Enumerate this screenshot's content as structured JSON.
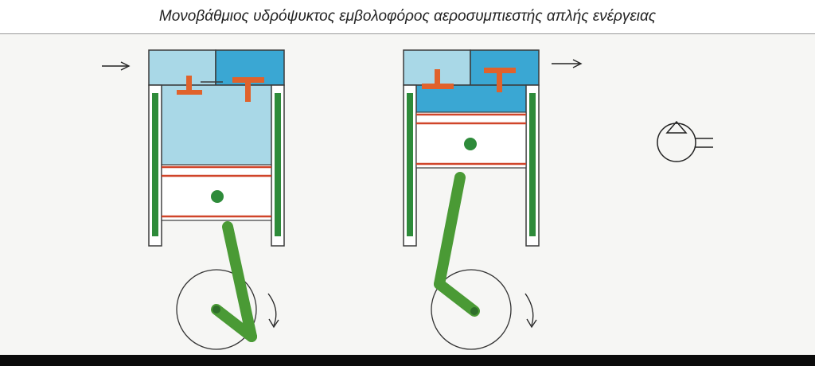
{
  "caption": {
    "title": "Μονοβάθμιος υδρόψυκτος εμβολοφόρος αεροσυμπιεστής απλής ενέργειας"
  },
  "colors": {
    "air_light": "#a9d8e7",
    "air_compressed": "#3aa7d3",
    "valve": "#e0622b",
    "water_jacket": "#2e8b3a",
    "rod": "#4a9a35",
    "cylinder_wall": "#3b3b3b",
    "background": "#f6f6f4"
  },
  "icons": {
    "flow_in": "arrow-right-icon",
    "flow_out": "arrow-right-icon",
    "rotation": "rotation-arrow-icon",
    "symbol": "compressor-symbol-icon"
  },
  "diagram": {
    "panels": [
      "suction-stroke",
      "compression-discharge-stroke"
    ]
  }
}
